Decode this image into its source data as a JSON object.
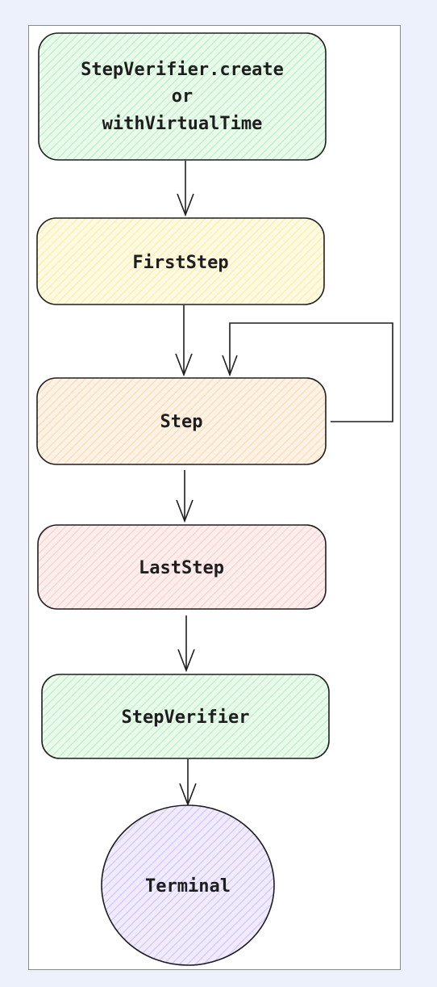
{
  "colors": {
    "page_background": "#edf1fb",
    "canvas_background": "#ffffff",
    "stroke": "#1e1e1e",
    "green_fill": "#b2f2bb",
    "yellow_fill": "#ffec99",
    "orange_fill": "#ffd8a8",
    "red_fill": "#ffc9c9",
    "purple_fill": "#d0bfff"
  },
  "nodes": {
    "create": {
      "line1": "StepVerifier.create",
      "line2": "or",
      "line3": "withVirtualTime"
    },
    "first_step": {
      "label": "FirstStep"
    },
    "step": {
      "label": "Step"
    },
    "last_step": {
      "label": "LastStep"
    },
    "step_verifier": {
      "label": "StepVerifier"
    },
    "terminal": {
      "label": "Terminal"
    }
  },
  "edges": [
    {
      "from": "StepVerifier.create or withVirtualTime",
      "to": "FirstStep"
    },
    {
      "from": "FirstStep",
      "to": "Step"
    },
    {
      "from": "Step",
      "to": "Step"
    },
    {
      "from": "Step",
      "to": "LastStep"
    },
    {
      "from": "LastStep",
      "to": "StepVerifier"
    },
    {
      "from": "StepVerifier",
      "to": "Terminal"
    }
  ]
}
